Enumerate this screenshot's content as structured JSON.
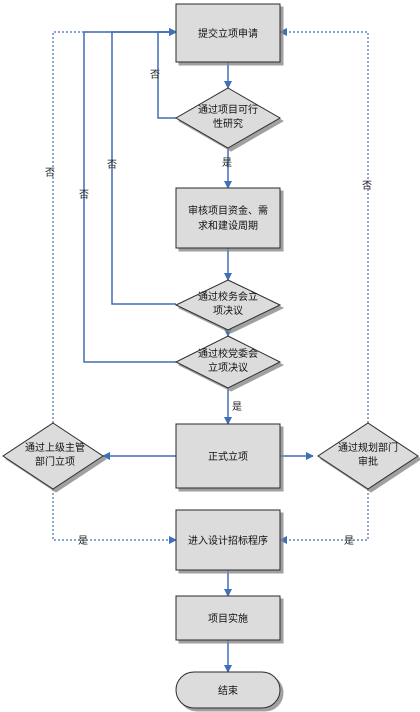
{
  "nodes": {
    "submit": {
      "lines": [
        "提交立项申请"
      ]
    },
    "feasibility": {
      "lines": [
        "通过项目可行",
        "性研究"
      ]
    },
    "review": {
      "lines": [
        "审核项目资金、需",
        "求和建设周期"
      ]
    },
    "school": {
      "lines": [
        "通过校务会立",
        "项决议"
      ]
    },
    "party": {
      "lines": [
        "通过校党委会",
        "立项决议"
      ]
    },
    "formal": {
      "lines": [
        "正式立项"
      ]
    },
    "superior": {
      "lines": [
        "通过上级主管",
        "部门立项"
      ]
    },
    "planning": {
      "lines": [
        "通过规划部门",
        "审批"
      ]
    },
    "bidding": {
      "lines": [
        "进入设计招标程序"
      ]
    },
    "implement": {
      "lines": [
        "项目实施"
      ]
    },
    "end": {
      "lines": [
        "结束"
      ]
    }
  },
  "edge_labels": {
    "no": "否",
    "yes": "是"
  },
  "colors": {
    "process_fill": "#dcdcdc",
    "node_stroke": "#2b2b2b",
    "arrow": "#3f6fb6"
  }
}
